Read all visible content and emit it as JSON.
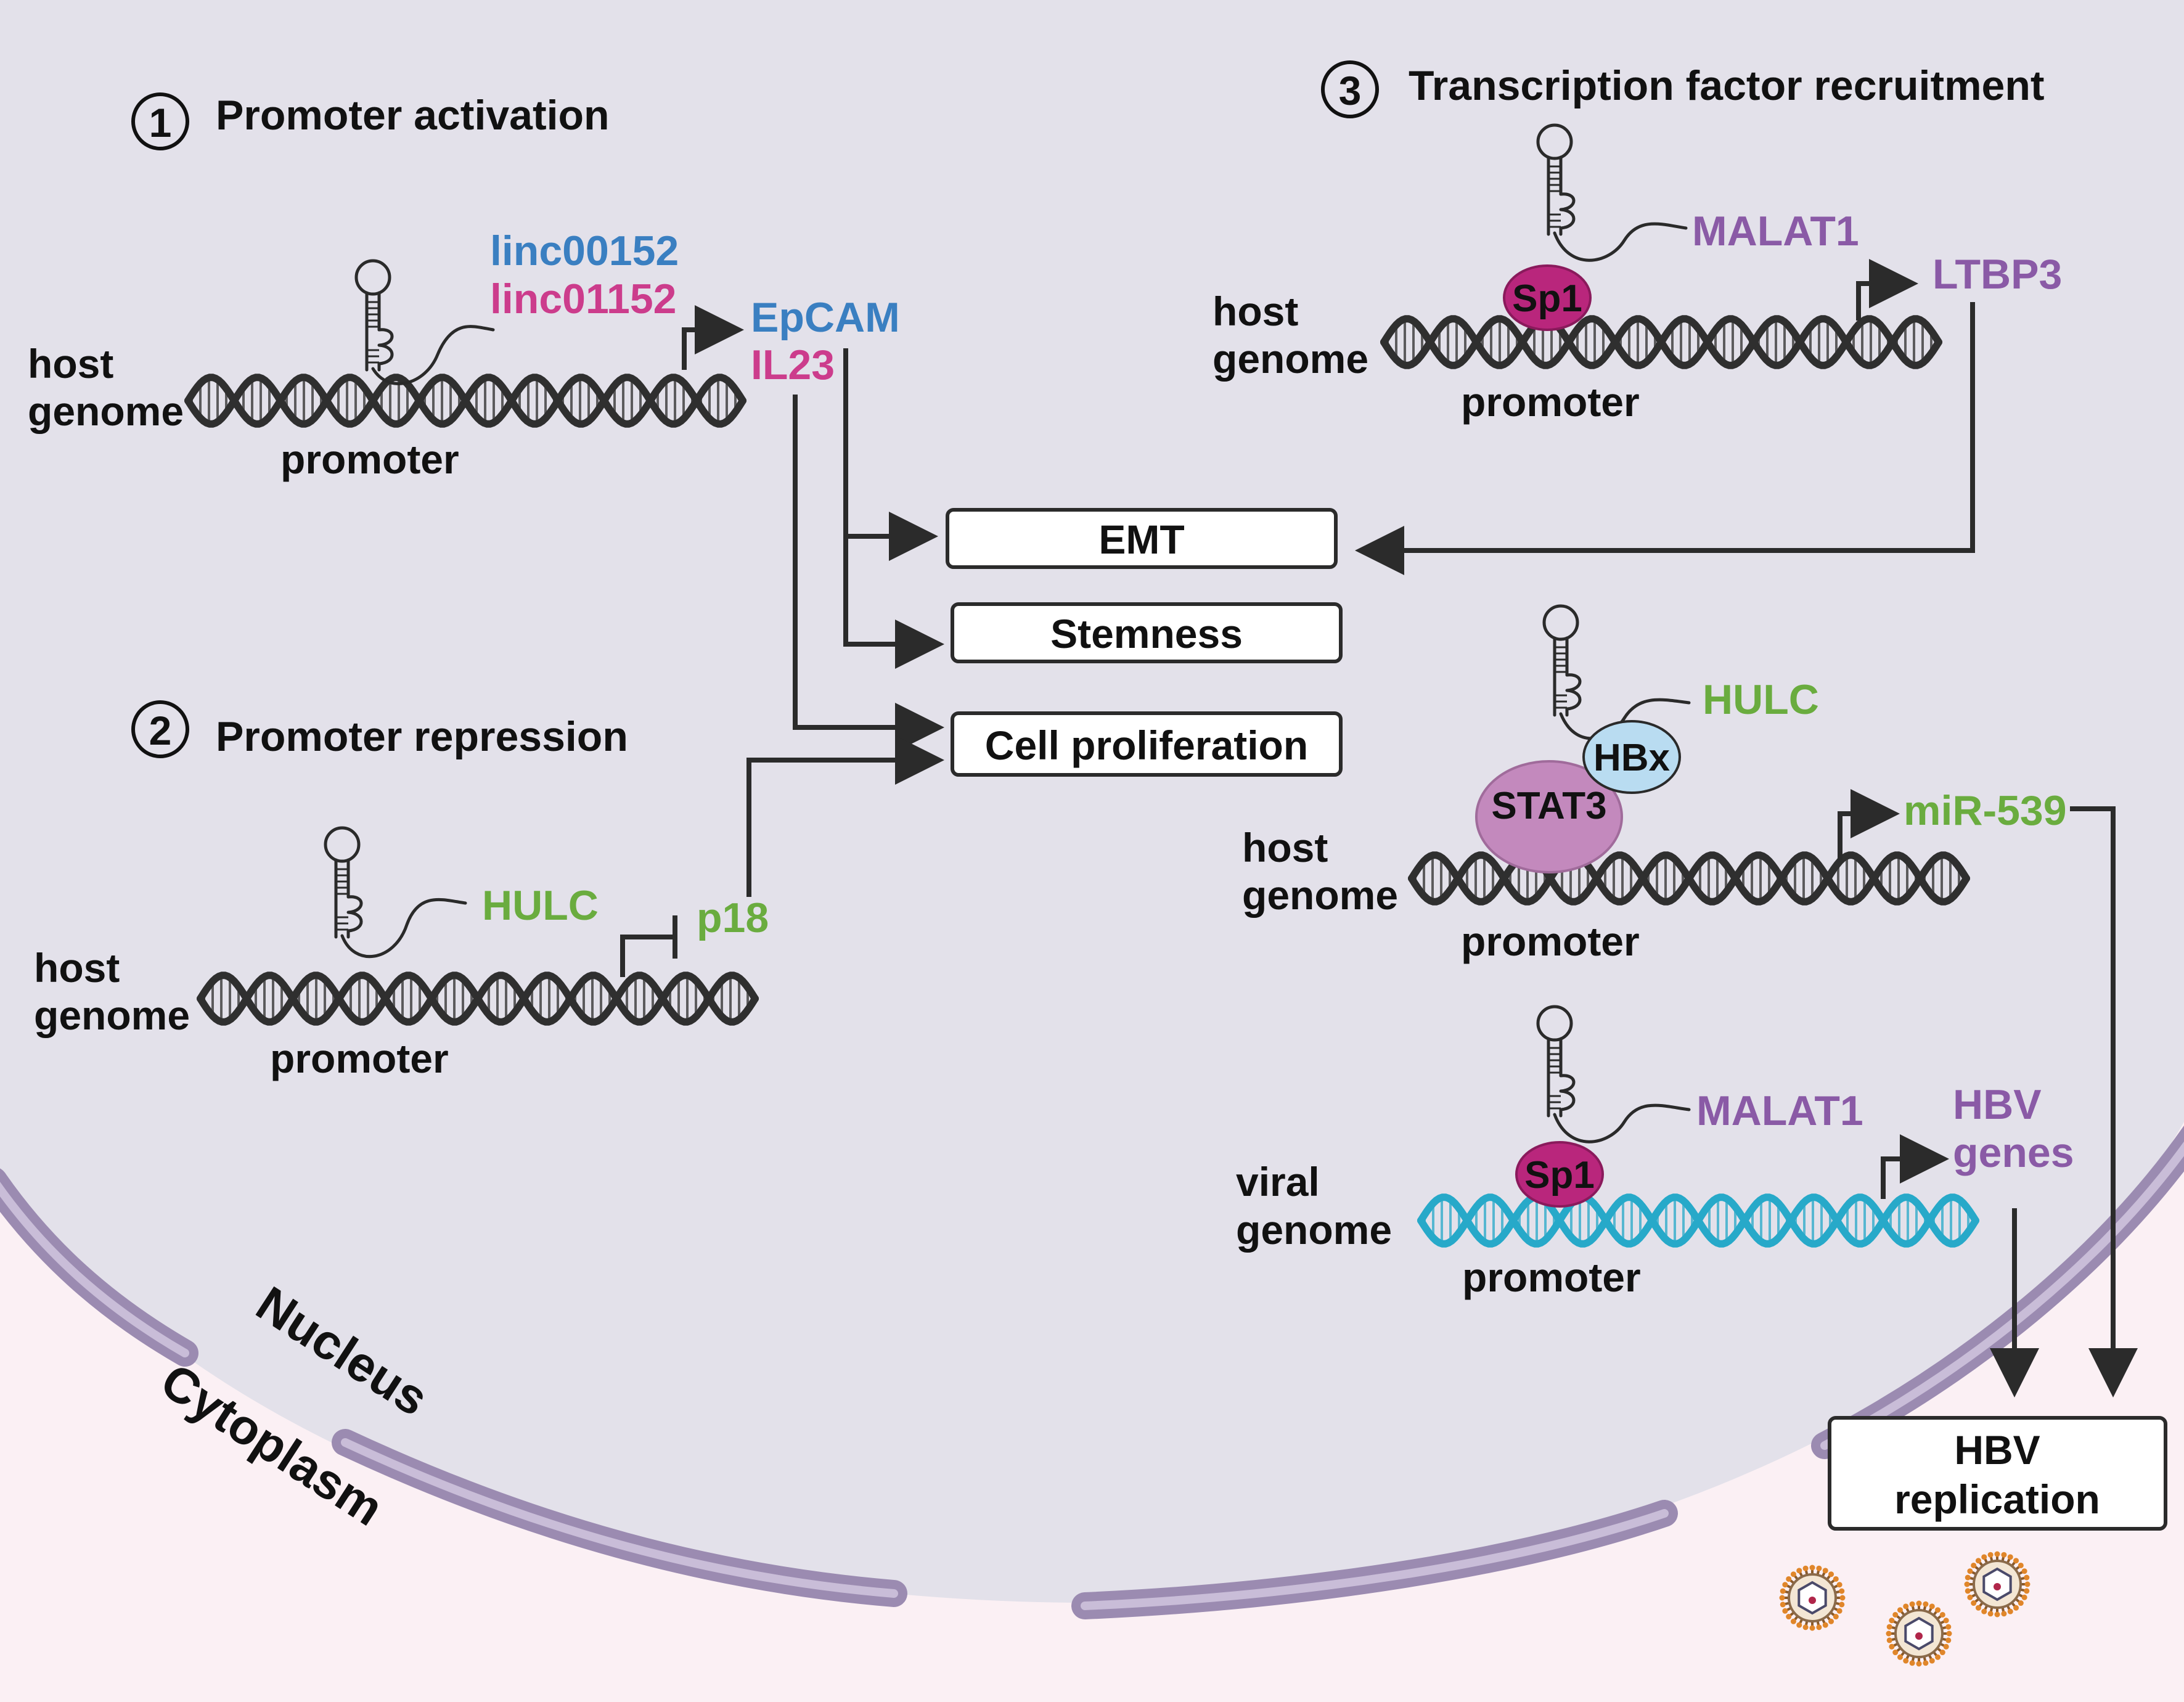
{
  "colors": {
    "nucleus_fill": "#e3e1ea",
    "cytoplasm_fill": "#fbf0f4",
    "envelope": "#9b8bb1",
    "dna": "#2f2f2f",
    "viral_dna": "#27a9c9",
    "blue": "#3a7fc1",
    "magenta": "#cc3c8c",
    "green": "#6aac3f",
    "purple": "#8a5aa6",
    "sp1": "#b9267c",
    "stat3": "#c389bd",
    "hbx": "#b9dcf1"
  },
  "section1": {
    "number": "1",
    "title": "Promoter activation"
  },
  "section2": {
    "number": "2",
    "title": "Promoter repression"
  },
  "section3": {
    "number": "3",
    "title": "Transcription factor recruitment"
  },
  "labels": {
    "host": "host",
    "genome": "genome",
    "viral": "viral",
    "promoter": "promoter"
  },
  "genes": {
    "linc00152": "linc00152",
    "linc01152": "linc01152",
    "epcam": "EpCAM",
    "il23": "IL23",
    "hulc_repression": "HULC",
    "p18": "p18",
    "malat1_top": "MALAT1",
    "ltbp3": "LTBP3",
    "hulc_stat3": "HULC",
    "mir539": "miR-539",
    "malat1_viral": "MALAT1",
    "hbv_genes_1": "HBV",
    "hbv_genes_2": "genes"
  },
  "proteins": {
    "sp1_top": "Sp1",
    "stat3": "STAT3",
    "hbx": "HBx",
    "sp1_viral": "Sp1"
  },
  "outcomes": {
    "emt": "EMT",
    "stemness": "Stemness",
    "cell_proliferation": "Cell proliferation",
    "hbv_replication_1": "HBV",
    "hbv_replication_2": "replication"
  },
  "compartments": {
    "nucleus": "Nucleus",
    "cytoplasm": "Cytoplasm"
  }
}
